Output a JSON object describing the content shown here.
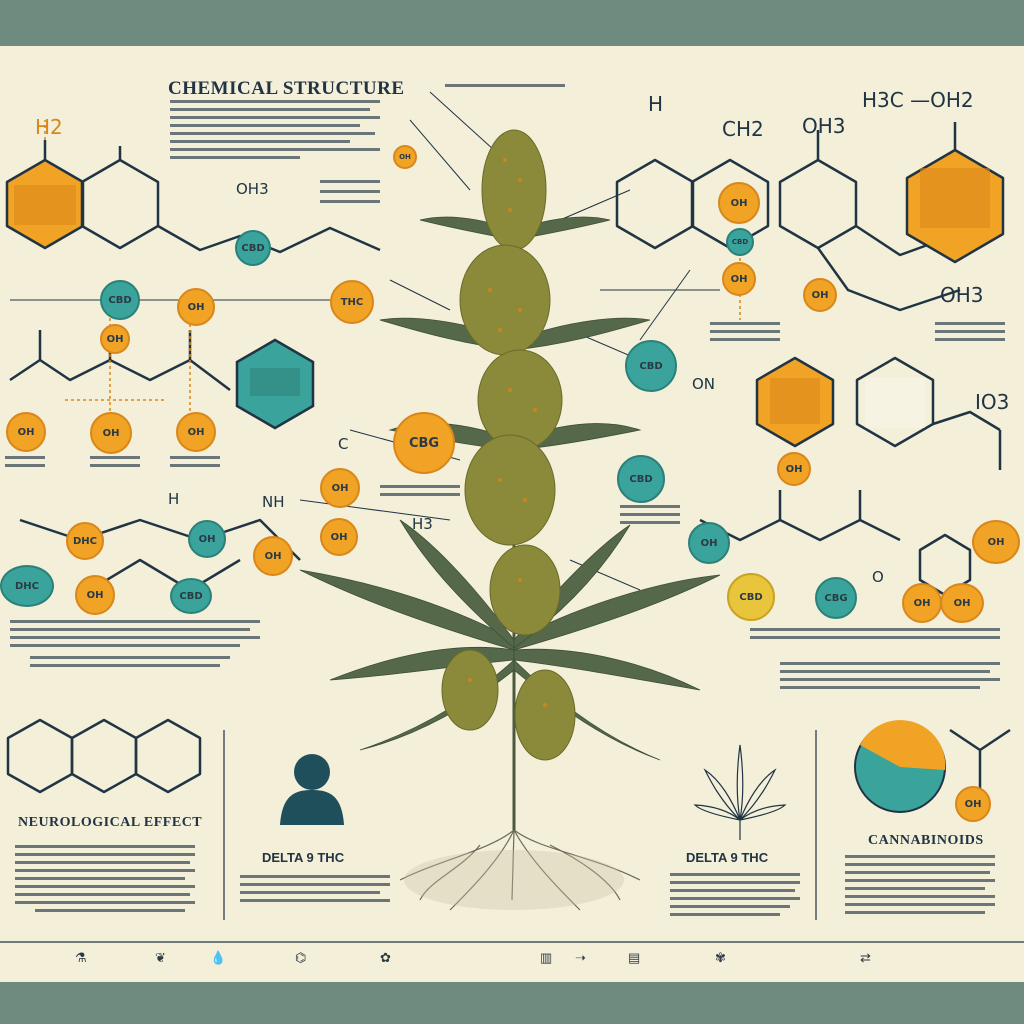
{
  "title": "CHEMICAL STRUCTURE",
  "formulas": {
    "h2_left": "H2",
    "oh3_left": "OH3",
    "h_top": "H",
    "ch2": "CH2",
    "oh3_mid": "OH3",
    "h3c_oh2": "H3C —OH2",
    "oh3_right": "OH3",
    "io3": "IO3",
    "h3_center": "H3",
    "c_label": "C",
    "on_label": "ON",
    "nh": "NH",
    "o_label": "O",
    "h_label": "H"
  },
  "badges": {
    "thc": "THC",
    "cbg": "CBG",
    "cbd": "CBD",
    "oh": "OH",
    "dhc": "DHC"
  },
  "sections": {
    "neuro": "NEUROLOGICAL EFFECT",
    "delta1": "DELTA 9 THC",
    "delta2": "DELTA 9 THC",
    "cannabinoids": "CANNABINOIDS"
  },
  "colors": {
    "orange": "#f0a325",
    "teal": "#3aa39b",
    "navy": "#203444",
    "paper": "#f3efd9"
  },
  "footer": [
    {
      "icon": "flask-icon",
      "glyph": "⚗"
    },
    {
      "icon": "leaf-icon",
      "glyph": "❦"
    },
    {
      "icon": "drop-icon",
      "glyph": "💧"
    },
    {
      "icon": "molecule-icon",
      "glyph": "⌬"
    },
    {
      "icon": "brain-icon",
      "glyph": "✿"
    },
    {
      "icon": "chart-icon",
      "glyph": "▥"
    },
    {
      "icon": "arrow-icon",
      "glyph": "➝"
    },
    {
      "icon": "book-icon",
      "glyph": "▤"
    },
    {
      "icon": "plant-icon",
      "glyph": "✾"
    },
    {
      "icon": "cycle-icon",
      "glyph": "⇄"
    }
  ]
}
